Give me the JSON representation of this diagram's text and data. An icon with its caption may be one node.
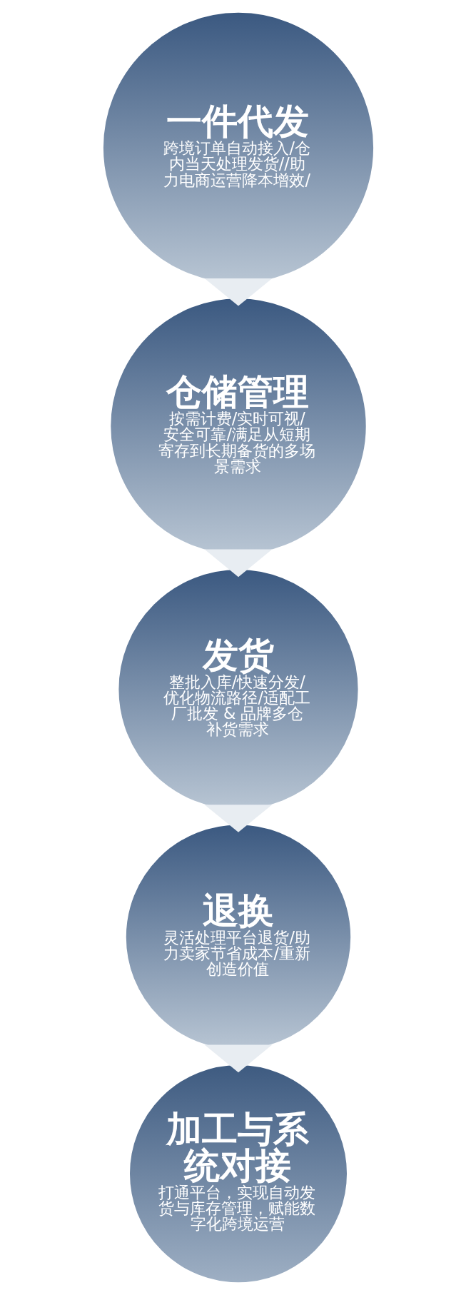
{
  "diagram": {
    "nodes": [
      {
        "text": [
          "一件代发",
          "跨境订单自动接入/仓内当天处理发货//助力电商运营降本增效/"
        ]
      },
      {
        "text": [
          "仓储管理",
          "按需计费/实时可视/安全可靠/满足从短期寄存到长期备货的多场景需求"
        ]
      },
      {
        "text": [
          "发货",
          "整批入库/快速分发/优化物流路径/适配工厂批发 & 品牌多仓补货需求"
        ]
      },
      {
        "text": [
          "退换",
          "灵活处理平台退货/助力卖家节省成本/重新创造价值"
        ]
      },
      {
        "text": [
          "加工与系统对接",
          "打通平台，实现自动发货与库存管理，赋能数字化跨境运营"
        ]
      }
    ],
    "edges": [
      {
        "from": 0,
        "to": 1,
        "arrow": "to"
      },
      {
        "from": 1,
        "to": 2,
        "arrow": "to"
      },
      {
        "from": 2,
        "to": 3,
        "arrow": "to"
      },
      {
        "from": 3,
        "to": 4,
        "arrow": "to"
      }
    ]
  }
}
